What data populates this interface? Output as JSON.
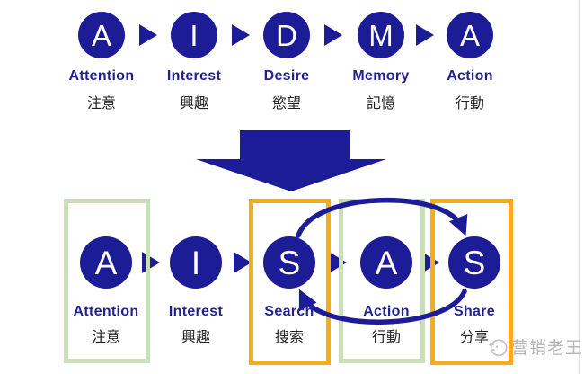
{
  "aidma": {
    "steps": [
      {
        "letter": "A",
        "en": "Attention",
        "zh": "注意"
      },
      {
        "letter": "I",
        "en": "Interest",
        "zh": "興趣"
      },
      {
        "letter": "D",
        "en": "Desire",
        "zh": "慾望"
      },
      {
        "letter": "M",
        "en": "Memory",
        "zh": "記憶"
      },
      {
        "letter": "A",
        "en": "Action",
        "zh": "行動"
      }
    ]
  },
  "aisas": {
    "steps": [
      {
        "letter": "A",
        "en": "Attention",
        "zh": "注意",
        "highlight": "green"
      },
      {
        "letter": "I",
        "en": "Interest",
        "zh": "興趣",
        "highlight": "none"
      },
      {
        "letter": "S",
        "en": "Search",
        "zh": "搜索",
        "highlight": "orange"
      },
      {
        "letter": "A",
        "en": "Action",
        "zh": "行動",
        "highlight": "green"
      },
      {
        "letter": "S",
        "en": "Share",
        "zh": "分享",
        "highlight": "orange"
      }
    ]
  },
  "watermark": {
    "text": "营销老王"
  },
  "icons": {
    "flow_arrow": "▶",
    "down_arrow": "⬇",
    "feedback_arc": "curved-arrow"
  },
  "colors": {
    "circle_navy": "#1c1c96",
    "label_navy": "#23238f",
    "chinese_text": "#1f1f1f",
    "green_box": "#c8dfba",
    "orange_box": "#f7ac1e",
    "watermark_gray": "#b5b5b5",
    "background": "#ffffff"
  }
}
